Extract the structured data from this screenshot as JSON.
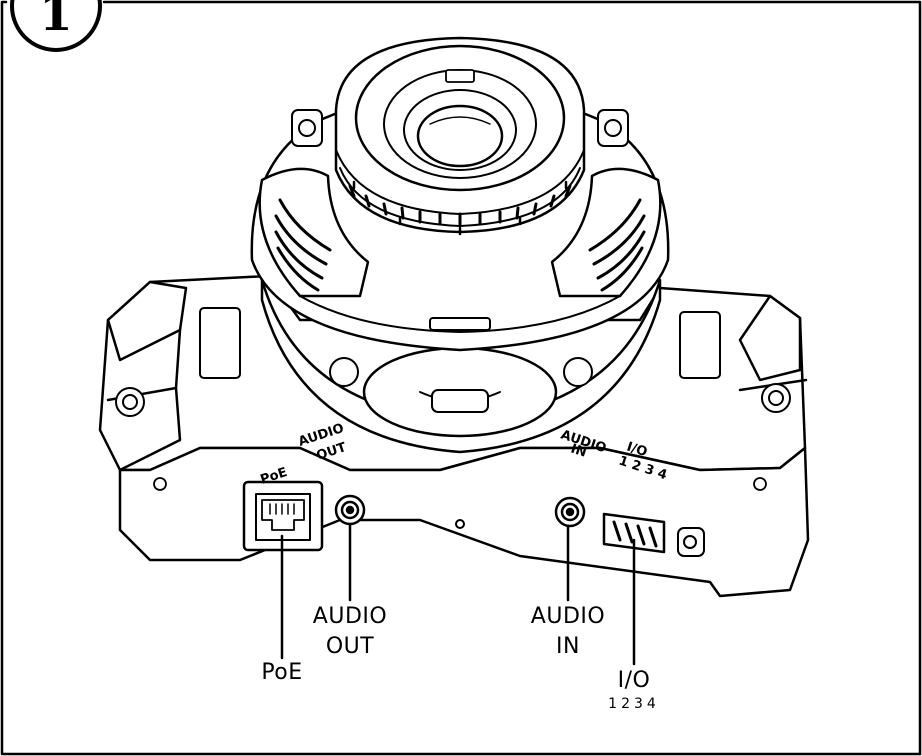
{
  "figure": {
    "badge_number": "1",
    "body_print": {
      "poe": "PoE",
      "audio_out": [
        "AUDIO",
        "OUT"
      ],
      "audio_in": [
        "AUDIO",
        "IN"
      ],
      "io": [
        "I/O",
        "1 2 3 4"
      ]
    },
    "callouts": {
      "poe": "PoE",
      "audio_out": [
        "AUDIO",
        "OUT"
      ],
      "audio_in": [
        "AUDIO",
        "IN"
      ],
      "io_label": "I/O",
      "io_pins": "1234"
    }
  }
}
